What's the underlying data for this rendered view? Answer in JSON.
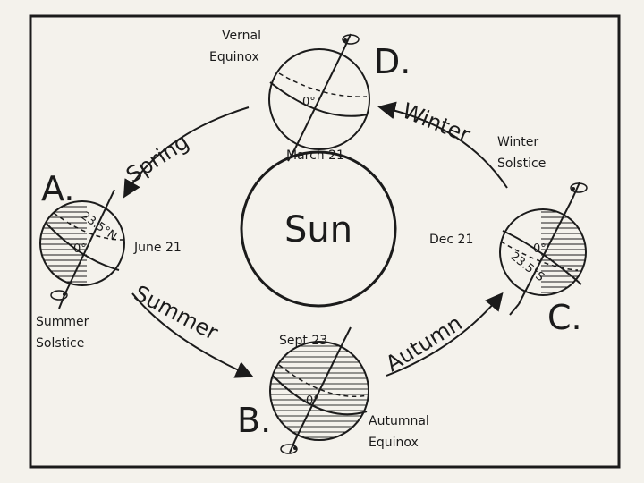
{
  "sun": {
    "label": "Sun"
  },
  "positions": {
    "A": {
      "letter": "A.",
      "date": "June 21",
      "event_line1": "Summer",
      "event_line2": "Solstice",
      "lat_label": "23.5°N",
      "eq_label": "0°"
    },
    "B": {
      "letter": "B.",
      "date": "Sept 23",
      "event_line1": "Autumnal",
      "event_line2": "Equinox",
      "eq_label": "0°"
    },
    "C": {
      "letter": "C.",
      "date": "Dec 21",
      "event_line1": "Winter",
      "event_line2": "Solstice",
      "lat_label": "23.5°S",
      "eq_label": "0°"
    },
    "D": {
      "letter": "D.",
      "date": "March 21",
      "event_line1": "Vernal",
      "event_line2": "Equinox",
      "eq_label": "0°"
    }
  },
  "seasons": {
    "spring": "Spring",
    "summer": "Summer",
    "autumn": "Autumn",
    "winter": "Winter"
  },
  "colors": {
    "ink": "#1b1b1b",
    "paper": "#f4f2ec"
  },
  "icons": [
    "rotation-arrow-icon"
  ]
}
